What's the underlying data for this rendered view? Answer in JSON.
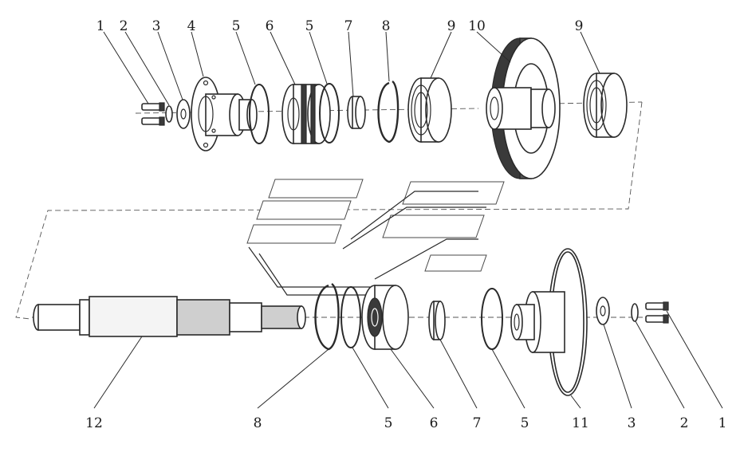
{
  "diagram": {
    "type": "exploded-assembly",
    "labels_top": [
      "1",
      "2",
      "3",
      "4",
      "5",
      "6",
      "5",
      "7",
      "8",
      "9",
      "10",
      "9"
    ],
    "labels_bottom": [
      "12",
      "8",
      "5",
      "6",
      "7",
      "5",
      "11",
      "3",
      "2",
      "1"
    ]
  }
}
